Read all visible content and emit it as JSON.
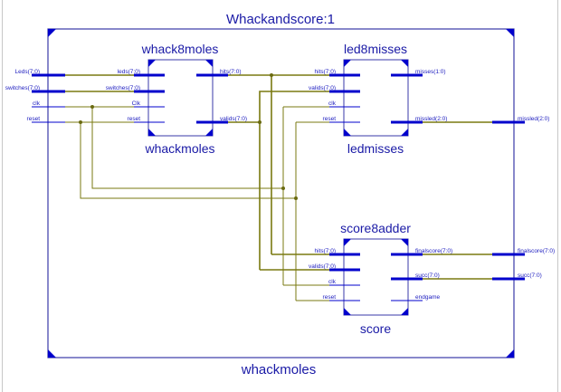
{
  "top_module": {
    "title": "Whackandscore:1",
    "name": "whackmoles"
  },
  "top_ports": {
    "inputs": [
      "Leds(7:0)",
      "switches(7:0)",
      "clk",
      "reset"
    ],
    "outputs": [
      "missled(2:0)",
      "finalscore(7:0)",
      "succ(7:0)"
    ]
  },
  "blocks": [
    {
      "id": "whack8moles",
      "instance_label": "whack8moles",
      "module_label": "whackmoles",
      "inputs": [
        "leds(7:0)",
        "switches(7:0)",
        "Clk",
        "reset"
      ],
      "outputs": [
        "hits(7:0)",
        "valids(7:0)"
      ]
    },
    {
      "id": "led8misses",
      "instance_label": "led8misses",
      "module_label": "ledmisses",
      "inputs": [
        "hits(7:0)",
        "valids(7:0)",
        "clk",
        "reset"
      ],
      "outputs": [
        "misses(1:0)",
        "missled(2:0)"
      ]
    },
    {
      "id": "score8adder",
      "instance_label": "score8adder",
      "module_label": "score",
      "inputs": [
        "hits(7:0)",
        "valids(7:0)",
        "clk",
        "reset"
      ],
      "outputs": [
        "finalscore(7:0)",
        "succ(7:0)",
        "endgame"
      ]
    }
  ],
  "colors": {
    "frame": "#3a3aa8",
    "bus": "#0000cc",
    "wire": "#7a7a10",
    "label": "#1a1aa6"
  }
}
